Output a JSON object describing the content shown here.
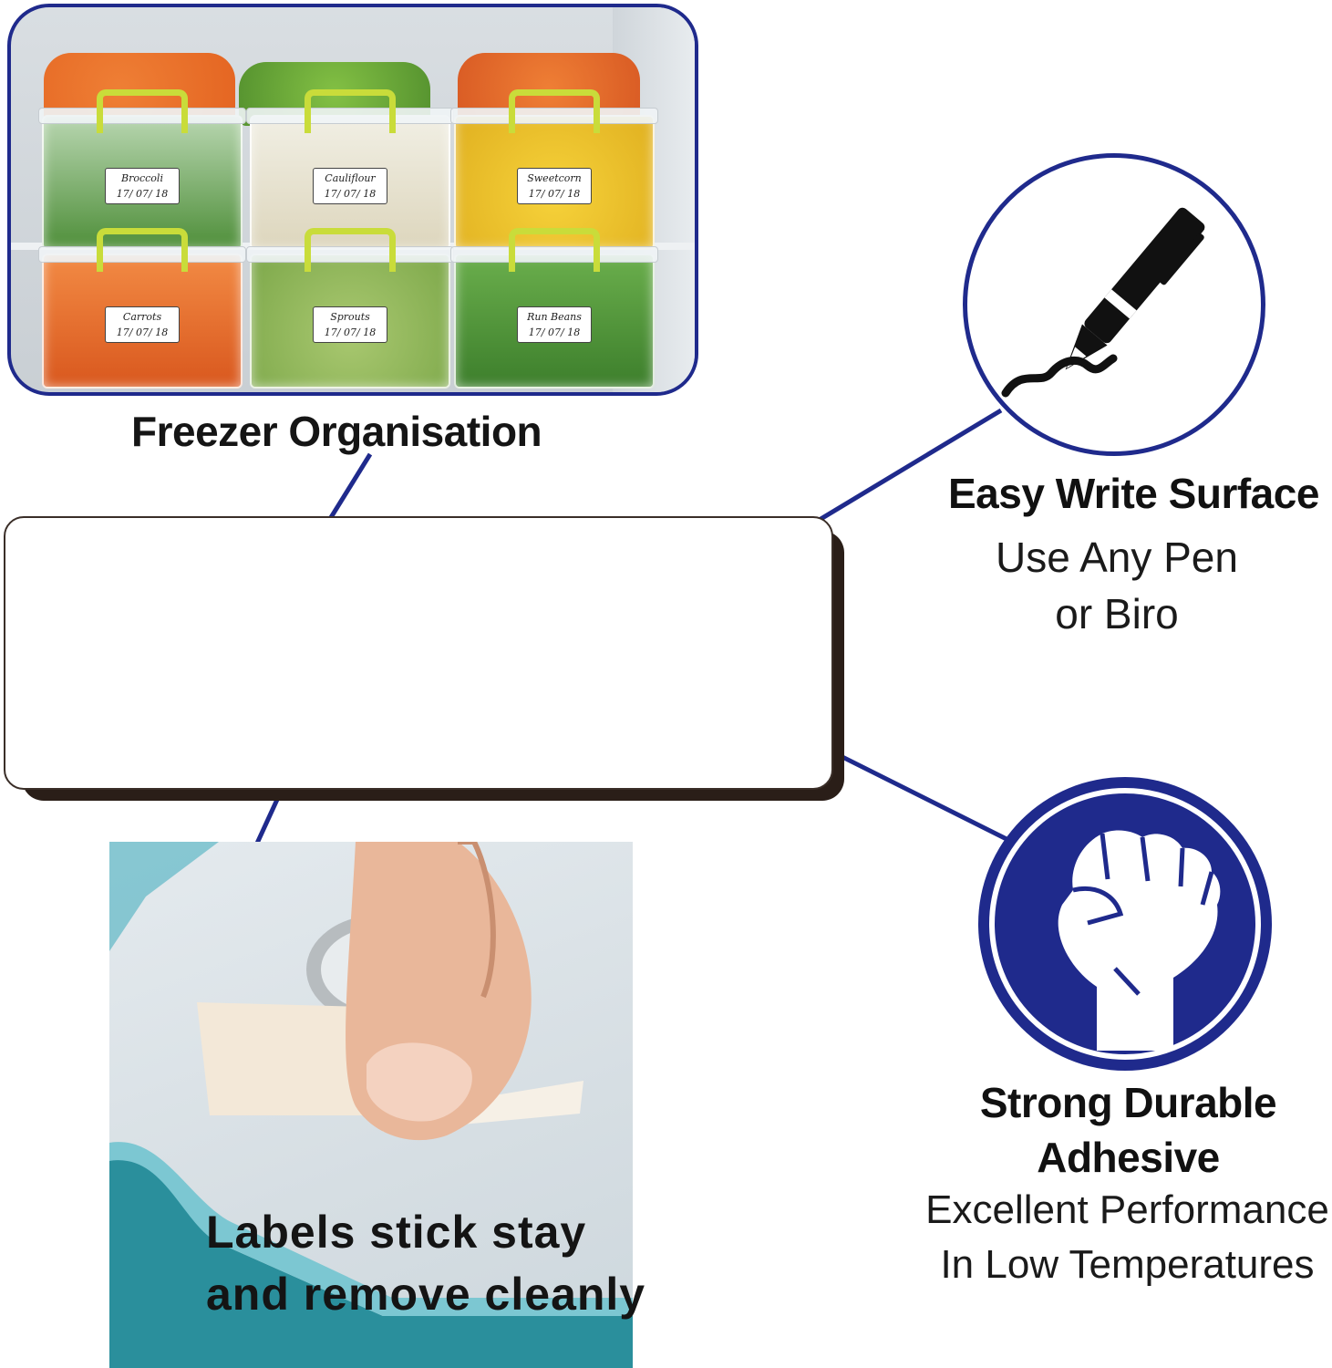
{
  "freezer": {
    "caption": "Freezer Organisation",
    "boxes": [
      {
        "name": "Broccoli",
        "date": "17/ 07/ 18"
      },
      {
        "name": "Cauliflour",
        "date": "17/ 07/ 18"
      },
      {
        "name": "Sweetcorn",
        "date": "17/ 07/ 18"
      },
      {
        "name": "Carrots",
        "date": "17/ 07/ 18"
      },
      {
        "name": "Sprouts",
        "date": "17/ 07/ 18"
      },
      {
        "name": "Run Beans",
        "date": "17/ 07/ 18"
      }
    ]
  },
  "write_feature": {
    "title": "Easy Write Surface",
    "line1": "Use Any Pen",
    "line2": "or Biro",
    "icon": "pen-icon"
  },
  "adhesive_feature": {
    "title_line1": "Strong Durable",
    "title_line2": "Adhesive",
    "line1": "Excellent Performance",
    "line2": "In Low Temperatures",
    "icon": "fist-icon"
  },
  "peel": {
    "line1": "Labels stick stay",
    "line2": "and remove cleanly"
  },
  "colors": {
    "accent": "#1f2a8c",
    "label_edge": "#2a1e18",
    "handle": "#c9dc3a"
  }
}
